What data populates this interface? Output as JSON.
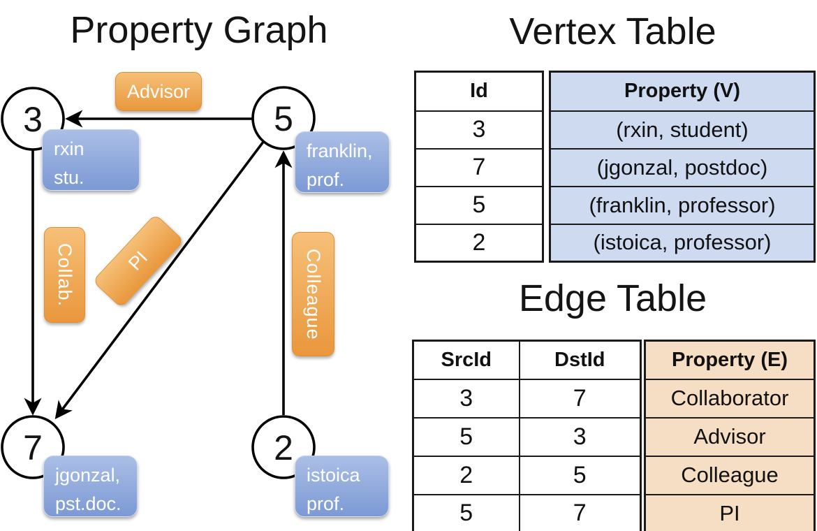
{
  "graph": {
    "title": "Property Graph",
    "nodes": [
      {
        "id": "3",
        "label_line1": "rxin",
        "label_line2": "stu."
      },
      {
        "id": "5",
        "label_line1": "franklin,",
        "label_line2": "prof."
      },
      {
        "id": "7",
        "label_line1": "jgonzal,",
        "label_line2": "pst.doc."
      },
      {
        "id": "2",
        "label_line1": "istoica",
        "label_line2": "prof."
      }
    ],
    "edge_labels": {
      "advisor": "Advisor",
      "collab": "Collab.",
      "pi": "PI",
      "colleague": "Colleague"
    }
  },
  "vertex_table": {
    "title": "Vertex Table",
    "columns": {
      "id": "Id",
      "property": "Property (V)"
    },
    "rows": [
      {
        "id": "3",
        "property": "(rxin, student)"
      },
      {
        "id": "7",
        "property": "(jgonzal, postdoc)"
      },
      {
        "id": "5",
        "property": "(franklin, professor)"
      },
      {
        "id": "2",
        "property": "(istoica, professor)"
      }
    ]
  },
  "edge_table": {
    "title": "Edge Table",
    "columns": {
      "src": "SrcId",
      "dst": "DstId",
      "property": "Property (E)"
    },
    "rows": [
      {
        "src": "3",
        "dst": "7",
        "property": "Collaborator"
      },
      {
        "src": "5",
        "dst": "3",
        "property": "Advisor"
      },
      {
        "src": "2",
        "dst": "5",
        "property": "Colleague"
      },
      {
        "src": "5",
        "dst": "7",
        "property": "PI"
      }
    ]
  },
  "colors": {
    "edge_label_top": "#F6C078",
    "edge_label_bottom": "#E9973C",
    "edge_label_border": "#DC8F33",
    "vertex_label_top": "#ABBFE6",
    "vertex_label_bottom": "#7B99D4",
    "vertex_table_fill": "#CEDAF0",
    "edge_table_fill": "#F5DEC3",
    "table_border": "#1A1A1A",
    "line_color": "#000000",
    "label_text": "#FFFFFF"
  }
}
